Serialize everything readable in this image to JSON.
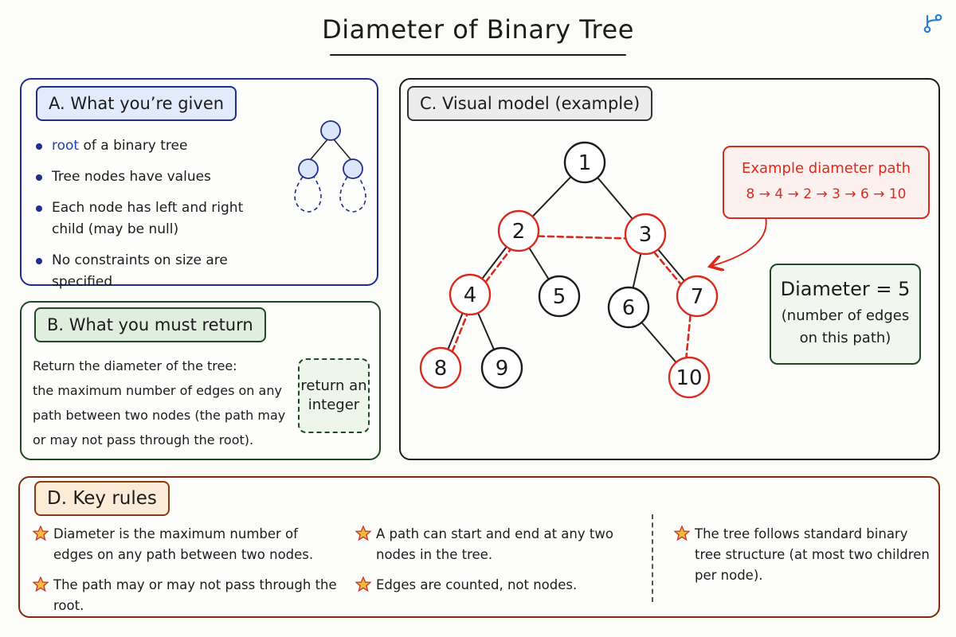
{
  "title": "Diameter of Binary Tree",
  "panel_a": {
    "tag": "A. What you’re given",
    "bullets": [
      {
        "kw": "root",
        "text": " of a binary tree"
      },
      {
        "kw": "",
        "text": "Tree nodes have values"
      },
      {
        "kw": "",
        "text": "Each node has left and right child (may be null)"
      },
      {
        "kw": "",
        "text": "No constraints on size are specified"
      }
    ]
  },
  "panel_b": {
    "tag": "B. What you must return",
    "line1": "Return the diameter of the tree:",
    "line2": "the maximum number of edges on any path between two nodes (the path may or may not pass through the root).",
    "badge": "return an integer"
  },
  "panel_c": {
    "tag": "C. Visual model (example)",
    "nodes": [
      {
        "id": 1,
        "on_path": false
      },
      {
        "id": 2,
        "on_path": true
      },
      {
        "id": 3,
        "on_path": true
      },
      {
        "id": 4,
        "on_path": true
      },
      {
        "id": 5,
        "on_path": false
      },
      {
        "id": 6,
        "on_path": false
      },
      {
        "id": 7,
        "on_path": true
      },
      {
        "id": 8,
        "on_path": true
      },
      {
        "id": 9,
        "on_path": false
      },
      {
        "id": 10,
        "on_path": true
      }
    ],
    "edges": [
      [
        1,
        2
      ],
      [
        1,
        3
      ],
      [
        2,
        4
      ],
      [
        2,
        5
      ],
      [
        3,
        6
      ],
      [
        3,
        7
      ],
      [
        4,
        8
      ],
      [
        4,
        9
      ],
      [
        6,
        10
      ]
    ],
    "path": [
      8,
      4,
      2,
      3,
      7,
      10
    ],
    "callout_title": "Example diameter path",
    "callout_path": "8 → 4 → 2 → 3 → 6 → 10",
    "diameter_value": "Diameter = 5",
    "diameter_note": "(number of edges on this path)",
    "path_color": "#d92b1c"
  },
  "panel_d": {
    "tag": "D. Key rules",
    "rules": [
      "Diameter is the maximum number of edges on any path between two nodes.",
      "The path may or may not pass through the root.",
      "A path can start and end at any two nodes in the tree.",
      "Edges are counted, not nodes.",
      "The tree follows standard binary tree structure (at most two children per node)."
    ]
  }
}
